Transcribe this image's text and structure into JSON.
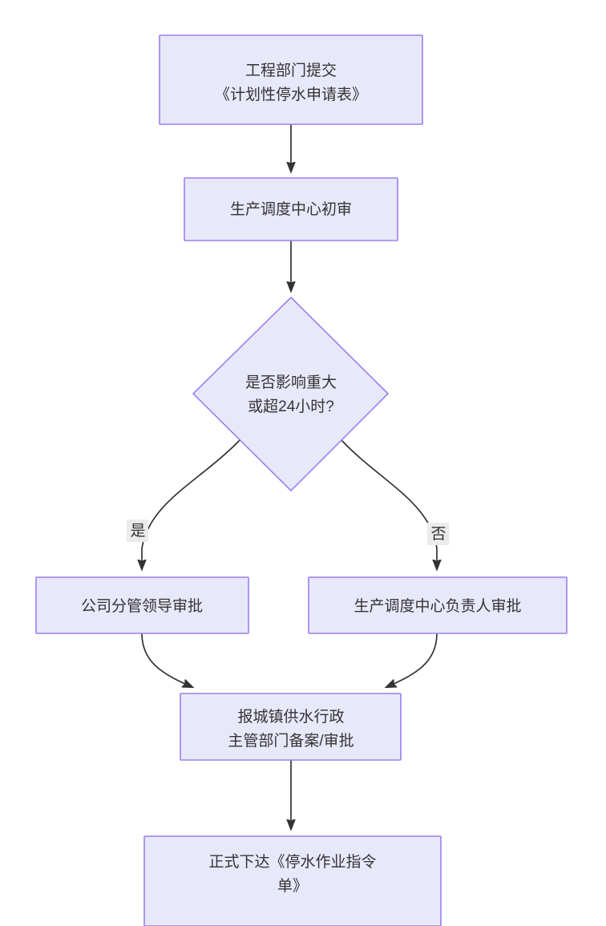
{
  "diagram": {
    "type": "flowchart",
    "direction": "top-to-bottom",
    "background_color": "#ffffff",
    "node_fill_color": "#e8e8fb",
    "node_border_color": "#9c7ef0",
    "text_color": "#333333",
    "edge_color": "#333333",
    "edge_label_bg_color": "#ebebeb",
    "nodes": [
      {
        "id": "n1",
        "shape": "rectangle",
        "line1": "工程部门提交",
        "line2": "《计划性停水申请表》"
      },
      {
        "id": "n2",
        "shape": "rectangle",
        "line1": "生产调度中心初审",
        "line2": ""
      },
      {
        "id": "n3",
        "shape": "diamond",
        "line1": "是否影响重大",
        "line2": "或超24小时?"
      },
      {
        "id": "n4",
        "shape": "rectangle",
        "line1": "公司分管领导审批",
        "line2": ""
      },
      {
        "id": "n5",
        "shape": "rectangle",
        "line1": "生产调度中心负责人审批",
        "line2": ""
      },
      {
        "id": "n6",
        "shape": "rectangle",
        "line1": "报城镇供水行政",
        "line2": "主管部门备案/审批"
      },
      {
        "id": "n7",
        "shape": "rectangle",
        "line1": "正式下达《停水作业指令",
        "line2": "单》"
      }
    ],
    "edges": [
      {
        "id": "e1",
        "from": "n1",
        "to": "n2",
        "label": ""
      },
      {
        "id": "e2",
        "from": "n2",
        "to": "n3",
        "label": ""
      },
      {
        "id": "e3",
        "from": "n3",
        "to": "n4",
        "label": "是"
      },
      {
        "id": "e4",
        "from": "n3",
        "to": "n5",
        "label": "否"
      },
      {
        "id": "e5",
        "from": "n4",
        "to": "n6",
        "label": ""
      },
      {
        "id": "e6",
        "from": "n5",
        "to": "n6",
        "label": ""
      },
      {
        "id": "e7",
        "from": "n6",
        "to": "n7",
        "label": ""
      }
    ]
  }
}
